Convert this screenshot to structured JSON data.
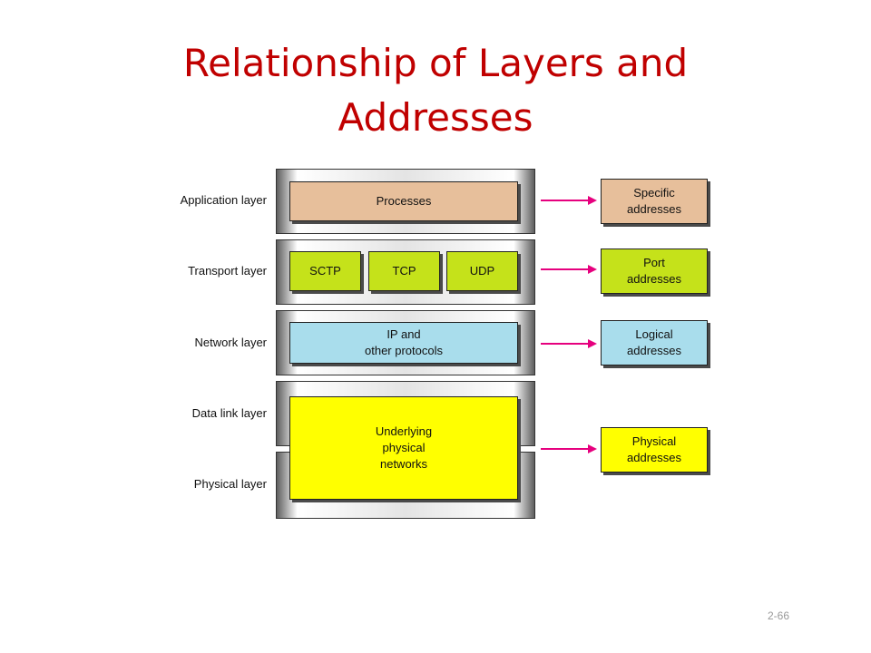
{
  "title": {
    "line1": "Relationship of Layers and",
    "line2": "Addresses"
  },
  "layers": [
    {
      "label": "Application layer"
    },
    {
      "label": "Transport layer"
    },
    {
      "label": "Network layer"
    },
    {
      "label": "Data link layer"
    },
    {
      "label": "Physical layer"
    }
  ],
  "protocols": {
    "application": "Processes",
    "transport": [
      "SCTP",
      "TCP",
      "UDP"
    ],
    "network": "IP and\nother protocols",
    "physical": "Underlying\nphysical\nnetworks"
  },
  "addresses": [
    {
      "text": "Specific\naddresses",
      "color": "#e7bf9b"
    },
    {
      "text": "Port\naddresses",
      "color": "#c5e21a"
    },
    {
      "text": "Logical\naddresses",
      "color": "#a9ddec"
    },
    {
      "text": "Physical\naddresses",
      "color": "#ffff00"
    }
  ],
  "colors": {
    "title": "#c00000",
    "processes": "#e7bf9b",
    "transport": "#c5e21a",
    "network": "#a9ddec",
    "physical": "#ffff00",
    "arrow": "#e6007e"
  },
  "page_number": "2-66"
}
